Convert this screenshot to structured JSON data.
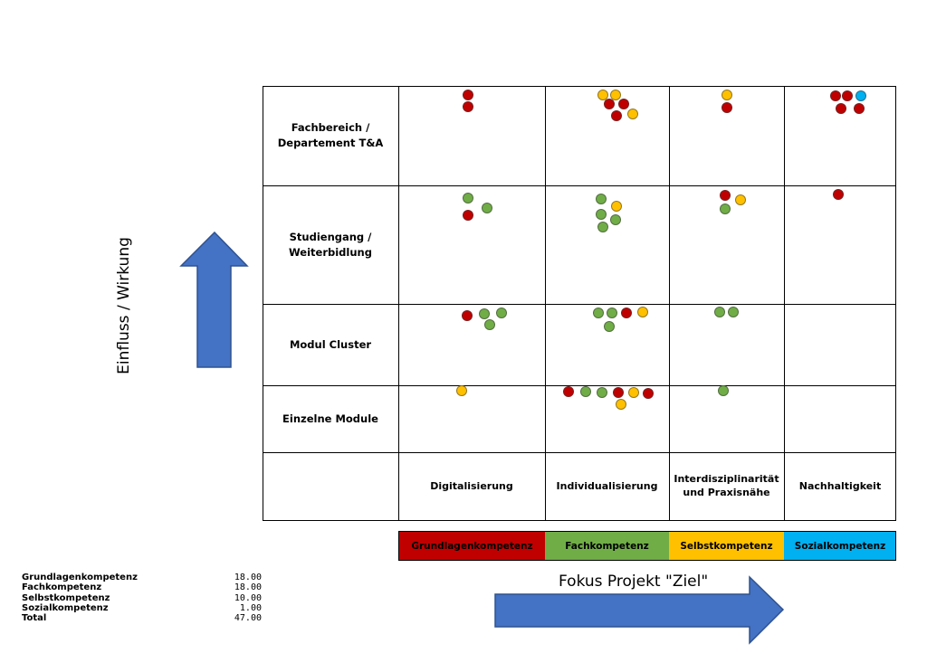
{
  "colors": {
    "grundlagen": "#c00000",
    "fach": "#70ad47",
    "selbst": "#ffc000",
    "sozial": "#00b0f0",
    "arrow": "#4472c4",
    "arrow_border": "#2f528f"
  },
  "matrix": {
    "rows": [
      "Fachbereich / Departement T&A",
      "Studiengang / Weiterbidlung",
      "Modul Cluster",
      "Einzelne Module"
    ],
    "columns": [
      "Digitalisierung",
      "Individualisierung",
      "Interdisziplinarität und Praxisnähe",
      "Nachhaltigkeit"
    ],
    "cells": [
      [
        [
          "grundlagen",
          "grundlagen"
        ],
        [
          "selbst",
          "selbst",
          "grundlagen",
          "grundlagen",
          "grundlagen",
          "selbst"
        ],
        [
          "selbst",
          "grundlagen"
        ],
        [
          "grundlagen",
          "grundlagen",
          "sozial",
          "grundlagen",
          "grundlagen"
        ]
      ],
      [
        [
          "fach",
          "fach",
          "grundlagen"
        ],
        [
          "fach",
          "selbst",
          "fach",
          "fach",
          "fach"
        ],
        [
          "grundlagen",
          "selbst",
          "fach"
        ],
        [
          "grundlagen"
        ]
      ],
      [
        [
          "grundlagen",
          "fach",
          "fach",
          "fach"
        ],
        [
          "fach",
          "fach",
          "grundlagen",
          "selbst",
          "fach"
        ],
        [
          "fach",
          "fach"
        ],
        []
      ],
      [
        [
          "selbst"
        ],
        [
          "grundlagen",
          "fach",
          "fach",
          "grundlagen",
          "selbst",
          "grundlagen",
          "selbst"
        ],
        [
          "fach"
        ],
        []
      ]
    ]
  },
  "legend": [
    {
      "key": "grundlagen",
      "label": "Grundlagenkompetenz"
    },
    {
      "key": "fach",
      "label": "Fachkompetenz"
    },
    {
      "key": "selbst",
      "label": "Selbstkompetenz"
    },
    {
      "key": "sozial",
      "label": "Sozialkompetenz"
    }
  ],
  "y_axis_title": "Einfluss / Wirkung",
  "x_axis_title": "Fokus Projekt \"Ziel\"",
  "stats": [
    {
      "label": "Grundlagenkompetenz",
      "value": "18.00"
    },
    {
      "label": "Fachkompetenz",
      "value": "18.00"
    },
    {
      "label": "Selbstkompetenz",
      "value": "10.00"
    },
    {
      "label": "Sozialkompetenz",
      "value": "1.00"
    },
    {
      "label": "Total",
      "value": "47.00"
    }
  ]
}
